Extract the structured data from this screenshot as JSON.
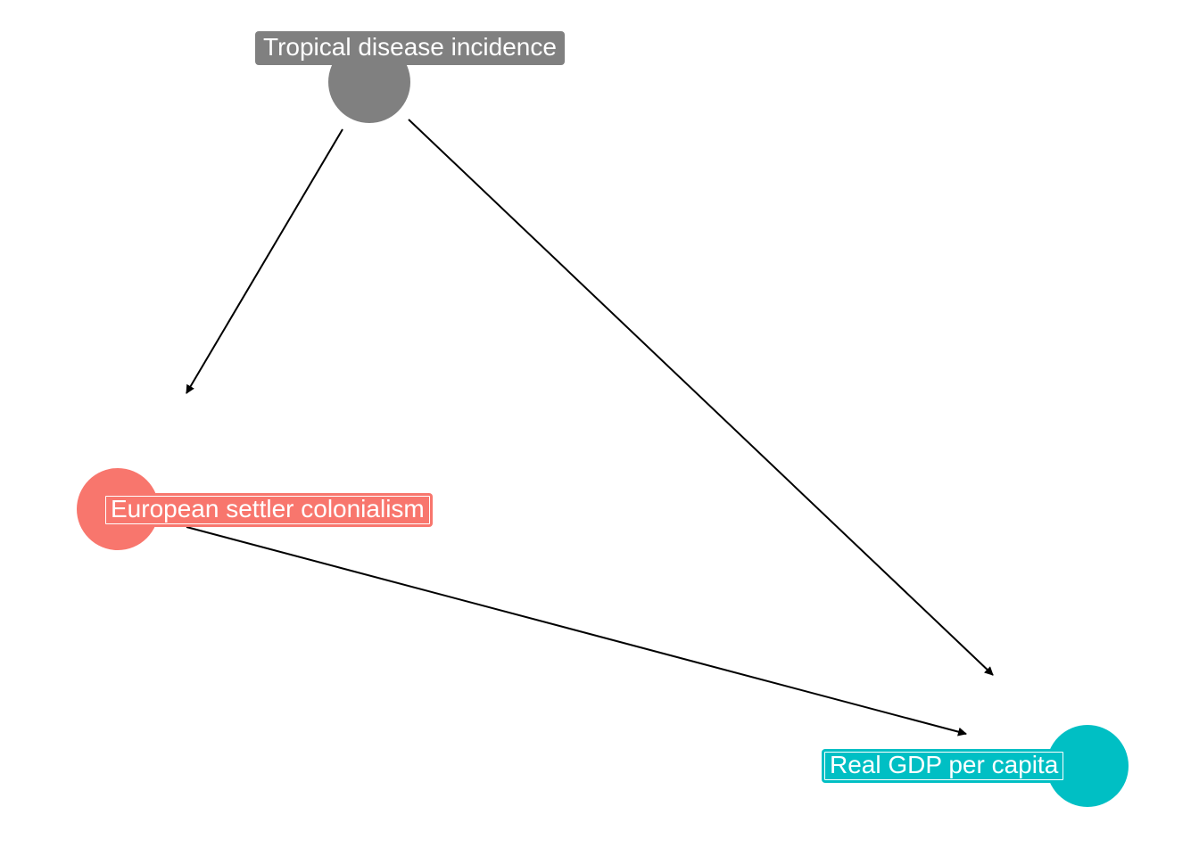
{
  "nodes": [
    {
      "id": "tropical",
      "label": "Tropical disease incidence",
      "color": "#808080"
    },
    {
      "id": "european",
      "label": "European settler colonialism",
      "color": "#F8766D"
    },
    {
      "id": "gdp",
      "label": "Real GDP per capita",
      "color": "#00BFC4"
    }
  ],
  "edges": [
    {
      "from": "tropical",
      "to": "european"
    },
    {
      "from": "tropical",
      "to": "gdp"
    },
    {
      "from": "european",
      "to": "gdp"
    }
  ]
}
